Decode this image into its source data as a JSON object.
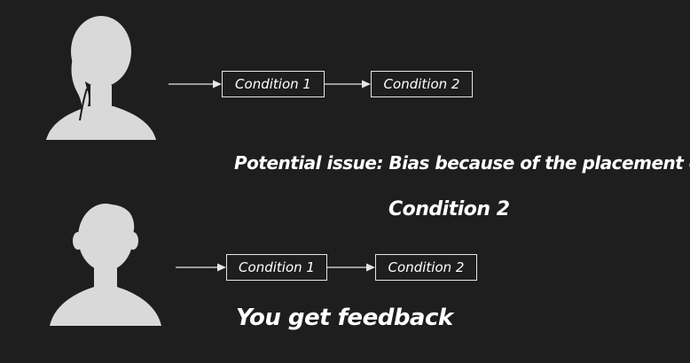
{
  "row1": {
    "avatar_icon": "female-silhouette-icon",
    "condition_1": "Condition 1",
    "condition_2": "Condition 2"
  },
  "row2": {
    "avatar_icon": "male-silhouette-icon",
    "condition_1": "Condition 1",
    "condition_2": "Condition 2"
  },
  "notes": {
    "issue_line1": "Potential issue: Bias because of the placement of",
    "issue_line2": "Condition 2",
    "feedback": "You get feedback"
  },
  "colors": {
    "background": "#1e1e1e",
    "silhouette": "#d9d9d9",
    "line": "#e6e6e6",
    "text": "#ffffff"
  }
}
